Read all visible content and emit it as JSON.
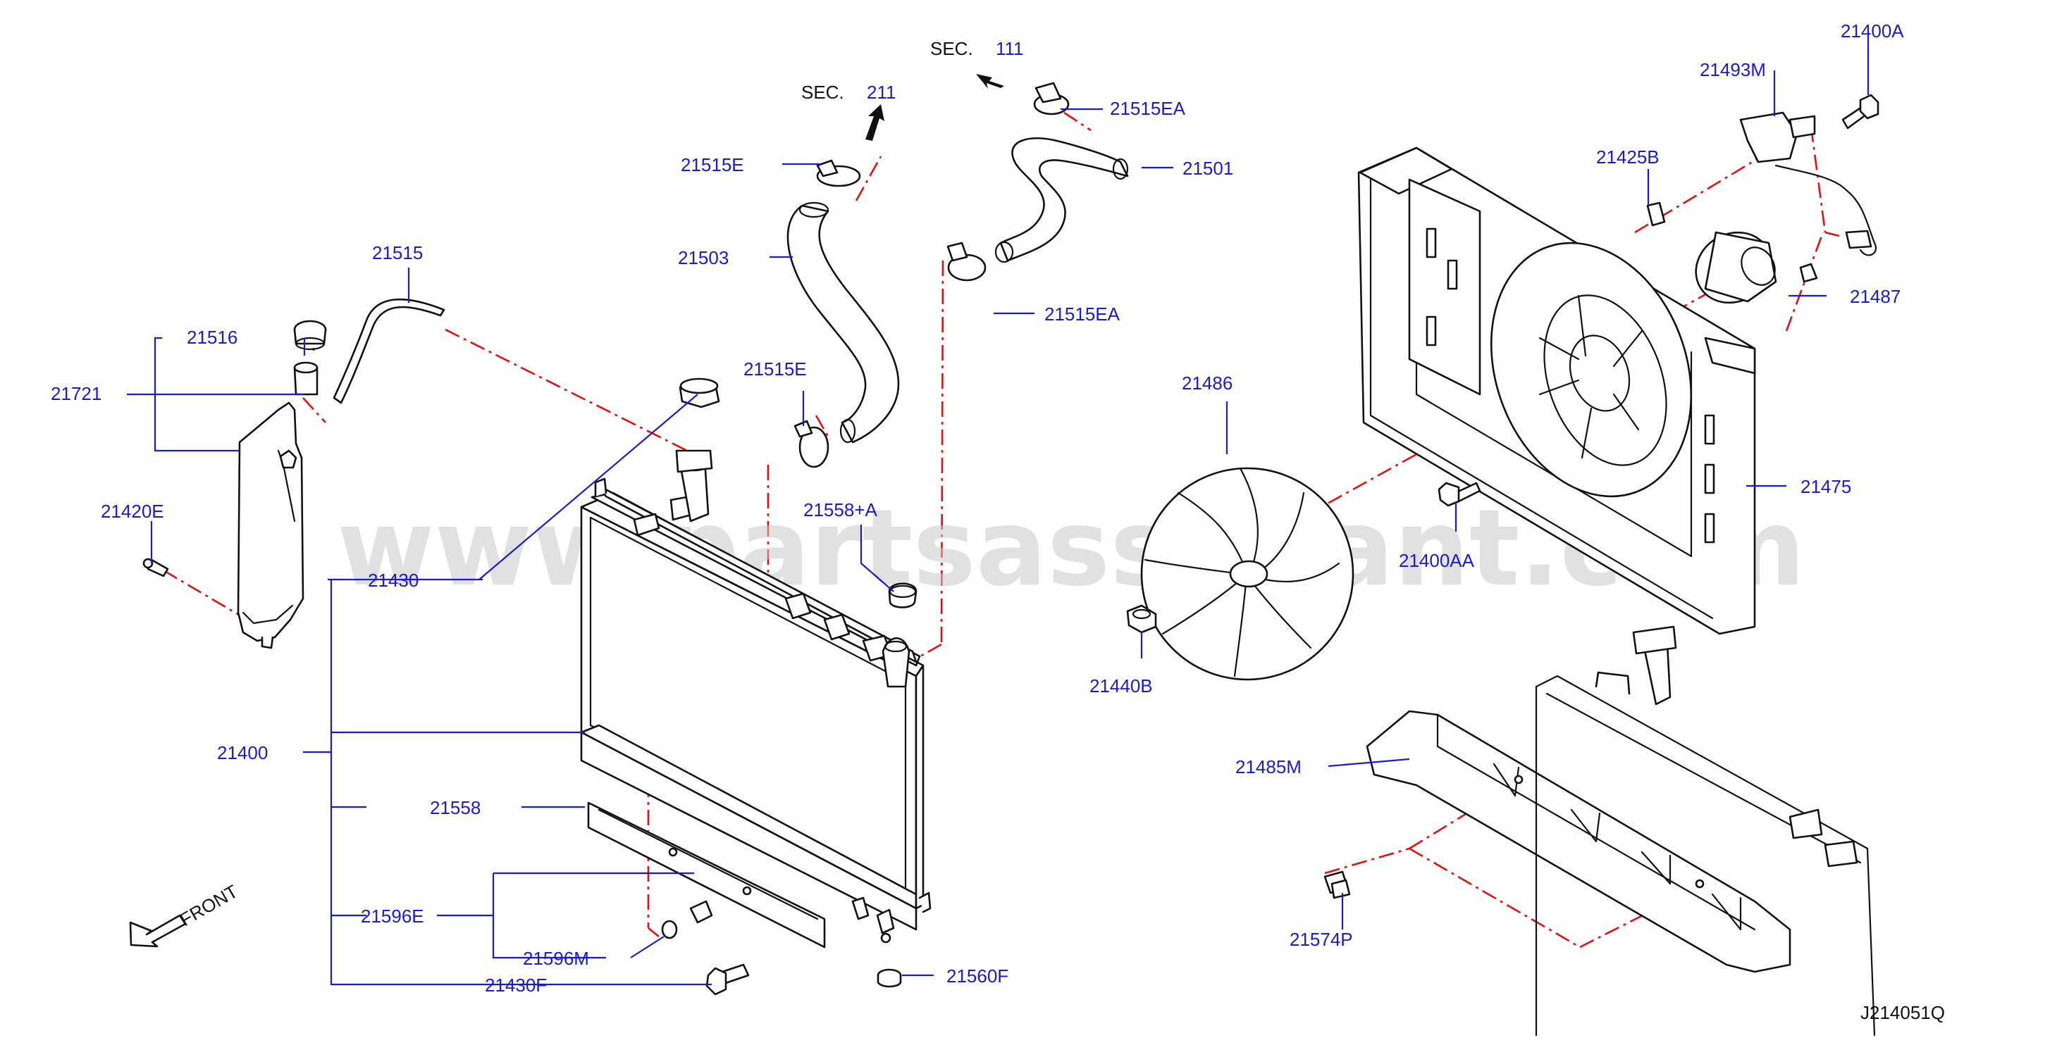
{
  "watermark": "www.partsassistant.com",
  "diagram_id": "J214051Q",
  "front_label": "FRONT",
  "sec_refs": [
    {
      "prefix": "SEC.",
      "number": "211"
    },
    {
      "prefix": "SEC.",
      "number": "111"
    }
  ],
  "part_labels": {
    "p21400A": "21400A",
    "p21493M": "21493M",
    "p21515EA_top": "21515EA",
    "p21501": "21501",
    "p21515E_top": "21515E",
    "p21425B": "21425B",
    "p21503": "21503",
    "p21515": "21515",
    "p21515EA_mid": "21515EA",
    "p21487": "21487",
    "p21516": "21516",
    "p21515E_mid": "21515E",
    "p21721": "21721",
    "p21486": "21486",
    "p21420E": "21420E",
    "p21558A": "21558+A",
    "p21475": "21475",
    "p21430": "21430",
    "p21400AA": "21400AA",
    "p21440B": "21440B",
    "p21400": "21400",
    "p21485M": "21485M",
    "p21558": "21558",
    "p21596E": "21596E",
    "p21574P": "21574P",
    "p21596M": "21596M",
    "p21560F": "21560F",
    "p21430F": "21430F"
  }
}
